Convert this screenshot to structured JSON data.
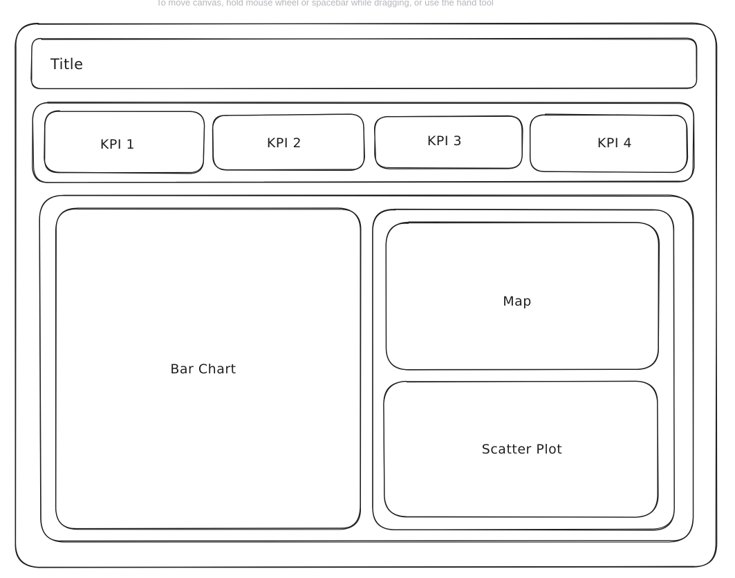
{
  "canvas_hint": "To move canvas, hold mouse wheel or spacebar while dragging, or use the hand tool",
  "wireframe": {
    "title": "Title",
    "kpis": [
      "KPI 1",
      "KPI 2",
      "KPI 3",
      "KPI 4"
    ],
    "bar_chart_label": "Bar Chart",
    "map_label": "Map",
    "scatter_label": "Scatter Plot"
  },
  "colors": {
    "stroke": "#1e1e1e",
    "canvas_background": "#ffffff",
    "hint_text": "#b6b6bc"
  }
}
